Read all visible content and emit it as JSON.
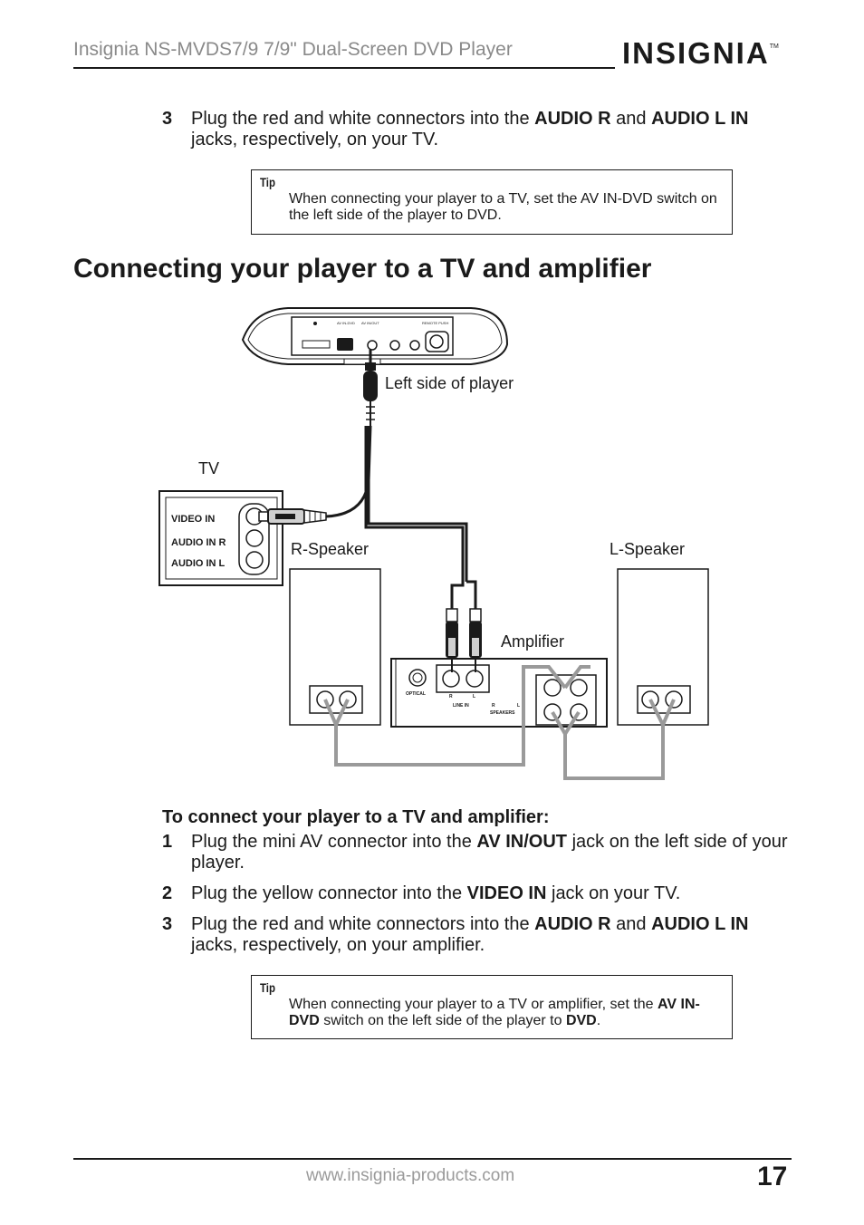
{
  "header": {
    "title": "Insignia NS-MVDS7/9 7/9\" Dual-Screen DVD Player",
    "logo_text": "INSIGNIA",
    "logo_tm": "TM"
  },
  "top_step": {
    "num": "3",
    "t1": "Plug the red and white connectors into the ",
    "b1": "AUDIO R",
    "t2": " and ",
    "b2": "AUDIO L IN",
    "t3": " jacks, respectively, on your TV."
  },
  "tip1": {
    "label": "Tip",
    "text": "When connecting your player to a TV, set the AV IN-DVD switch on the left side of the player to DVD."
  },
  "section_title": "Connecting your player to a TV and amplifier",
  "diagram": {
    "left_side_label": "Left side of player",
    "tv_label": "TV",
    "video_in": "VIDEO IN",
    "audio_in_r": "AUDIO IN R",
    "audio_in_l": "AUDIO IN L",
    "r_speaker": "R-Speaker",
    "l_speaker": "L-Speaker",
    "amplifier": "Amplifier",
    "optical": "OPTICAL",
    "line_in": "LINE IN",
    "speakers": "SPEAKERS",
    "r": "R",
    "l": "L",
    "player_av_in_dvd": "AV IN-DVD",
    "player_av_inout": "AV IN/OUT",
    "player_remote": "REMOTE PUSH"
  },
  "subhead": "To connect your player to a TV and amplifier:",
  "steps": [
    {
      "num": "1",
      "t1": "Plug the mini AV connector into the ",
      "b1": "AV IN/OUT",
      "t2": " jack on the left side of your player.",
      "b2": "",
      "t3": ""
    },
    {
      "num": "2",
      "t1": "Plug the yellow connector into the ",
      "b1": "VIDEO IN",
      "t2": " jack on your TV.",
      "b2": "",
      "t3": ""
    },
    {
      "num": "3",
      "t1": "Plug the red and white connectors into the ",
      "b1": "AUDIO R",
      "t2": " and ",
      "b2": "AUDIO L IN",
      "t3": " jacks, respectively, on your amplifier."
    }
  ],
  "tip2": {
    "label": "Tip",
    "t1": "When connecting your player to a TV or amplifier, set the ",
    "b1": "AV IN-DVD",
    "t2": " switch on the left side of the player to ",
    "b2": "DVD",
    "t3": "."
  },
  "footer": {
    "url": "www.insignia-products.com",
    "page": "17"
  }
}
